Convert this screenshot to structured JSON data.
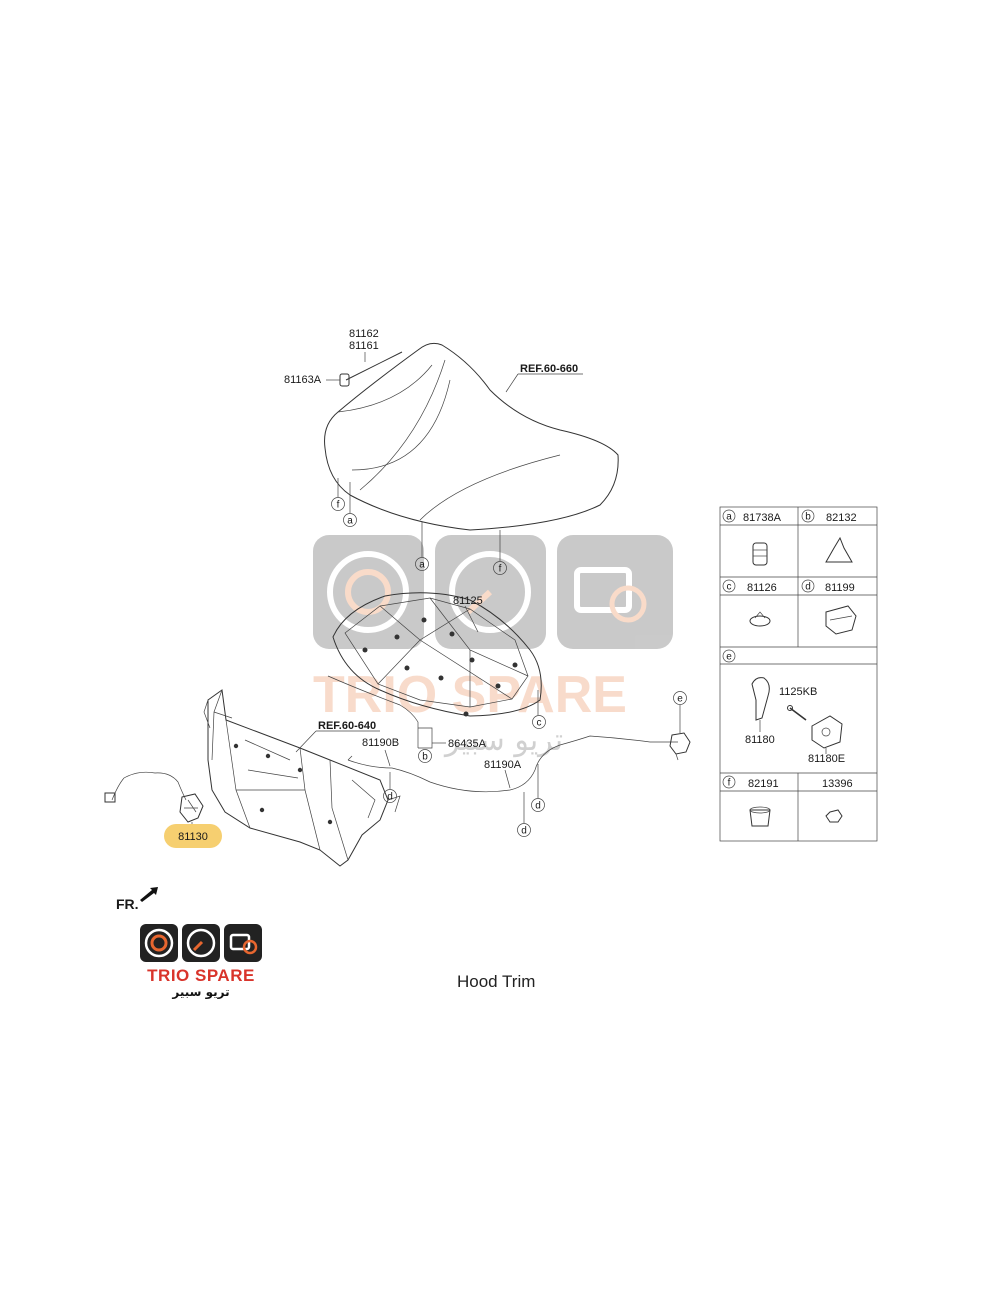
{
  "title": "Hood Trim",
  "direction_label": "FR.",
  "brand": {
    "name": "TRIO SPARE",
    "arabic": "تريو سبير",
    "accent_color": "#d9342b"
  },
  "watermark": {
    "name": "TRIO SPARE",
    "arabic": "تريو سبير",
    "color": "#9a9a9a"
  },
  "part_labels": {
    "p81162": "81162",
    "p81161": "81161",
    "p81163a": "81163A",
    "ref_hood": "REF.60-660",
    "p81125": "81125",
    "ref_frame": "REF.60-640",
    "p81190b": "81190B",
    "p86435a": "86435A",
    "p81190a": "81190A",
    "p81130": "81130"
  },
  "highlight_color": "#f6cf70",
  "callouts": {
    "a": "a",
    "b": "b",
    "c": "c",
    "d": "d",
    "e": "e",
    "f": "f"
  },
  "legend": {
    "a": {
      "key": "a",
      "part": "81738A"
    },
    "b": {
      "key": "b",
      "part": "82132"
    },
    "c": {
      "key": "c",
      "part": "81126"
    },
    "d": {
      "key": "d",
      "part": "81199"
    },
    "e": {
      "key": "e",
      "parts": [
        "1125KB",
        "81180",
        "81180E"
      ]
    },
    "f": {
      "key": "f",
      "part": "82191"
    },
    "g": {
      "part": "13396"
    }
  }
}
